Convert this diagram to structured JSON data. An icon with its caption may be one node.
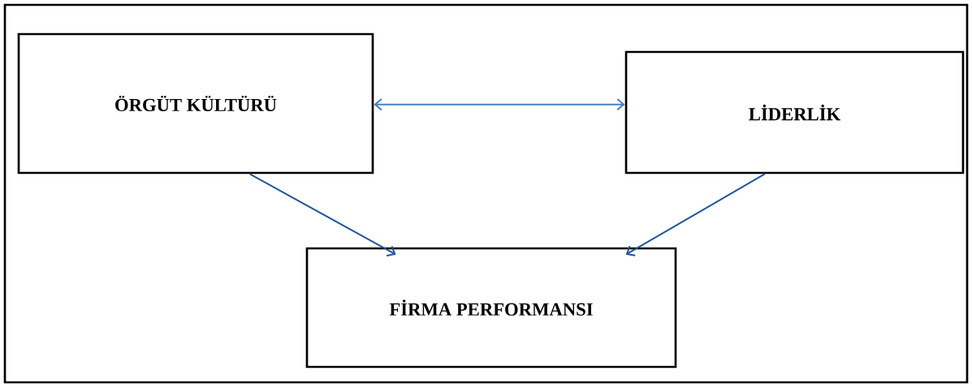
{
  "diagram": {
    "nodes": [
      {
        "text": [
          "ÖRGÜT KÜLTÜRÜ"
        ]
      },
      {
        "text": [
          "LİDERLİK"
        ]
      },
      {
        "text": [
          "FİRMA PERFORMANSI"
        ]
      }
    ],
    "edges": [
      {
        "from": 0,
        "to": 1,
        "arrow": "both",
        "color": "#4a7ebb"
      },
      {
        "from": 0,
        "to": 2,
        "arrow": "to"
      },
      {
        "from": 1,
        "to": 2,
        "arrow": "to"
      }
    ]
  }
}
